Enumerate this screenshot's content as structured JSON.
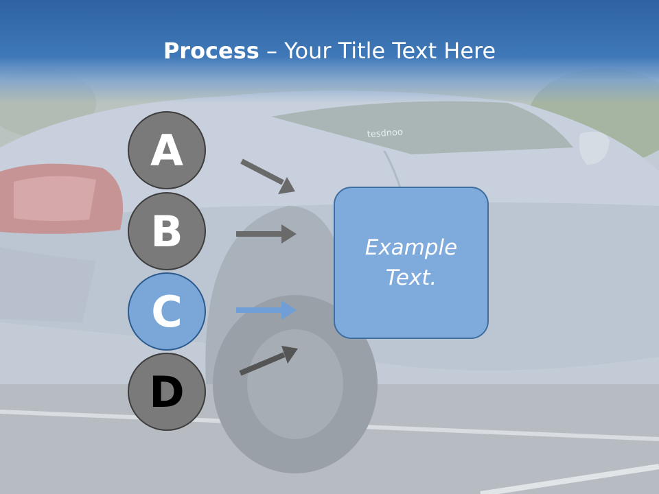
{
  "title": {
    "bold": "Process",
    "rest": " – Your Title Text Here"
  },
  "steps": [
    {
      "label": "A"
    },
    {
      "label": "B"
    },
    {
      "label": "C"
    },
    {
      "label": "D"
    }
  ],
  "box": {
    "line1": "Example",
    "line2": "Text."
  },
  "colors": {
    "title_bar": "#2e63a1",
    "step_gray": "#7a7a7a",
    "step_highlight": "#7aa7d8",
    "box_fill": "#7fabdc",
    "arrow_gray": "#6a6a6a",
    "arrow_blue": "#6f9fd6"
  }
}
